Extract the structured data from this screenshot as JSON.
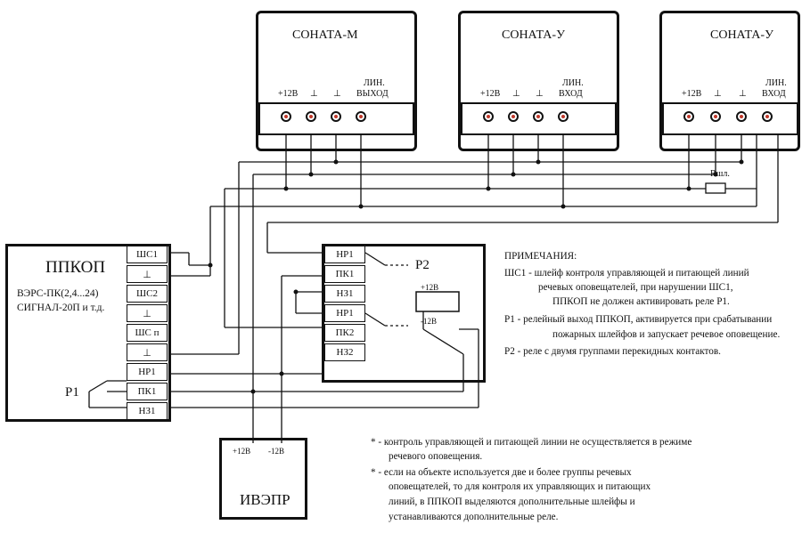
{
  "speakers": [
    {
      "title": "СОНАТА-М",
      "terminals": [
        "+12В",
        "⊥",
        "⊥",
        "ЛИН.",
        "ВЫХОД"
      ]
    },
    {
      "title": "СОНАТА-У",
      "terminals": [
        "+12В",
        "⊥",
        "⊥",
        "ЛИН.",
        "ВХОД"
      ]
    },
    {
      "title": "СОНАТА-У",
      "terminals": [
        "+12В",
        "⊥",
        "⊥",
        "ЛИН.",
        "ВХОД"
      ]
    }
  ],
  "resistor_label": "Rшл.",
  "panel": {
    "title": "ППКОП",
    "subtitle_1": "ВЭРС-ПК(2,4...24)",
    "subtitle_2": "СИГНАЛ-20П и т.д.",
    "relay_label": "Р1",
    "terminals": [
      "ШС1",
      "⊥",
      "ШС2",
      "⊥",
      "ШС п",
      "⊥",
      "НР1",
      "ПК1",
      "НЗ1"
    ]
  },
  "relay_block": {
    "label": "Р2",
    "terminals": [
      "НР1",
      "ПК1",
      "НЗ1",
      "НР1",
      "ПК2",
      "НЗ2"
    ],
    "coil_plus": "+12В",
    "coil_minus": "-12В"
  },
  "power_supply": {
    "title": "ИВЭПР",
    "plus": "+12В",
    "minus": "-12В"
  },
  "notes": {
    "heading": "ПРИМЕЧАНИЯ:",
    "lines": [
      "ШС1 - шлейф контроля управляющей и питающей линий",
      "речевых оповещателей, при нарушении ШС1,",
      "ППКОП не должен активировать реле Р1.",
      "Р1 - релейный выход ППКОП, активируется при срабатывании",
      "пожарных шлейфов и запускает речевое оповещение.",
      "Р2 - реле с двумя группами перекидных контактов."
    ]
  },
  "footnotes": [
    "* - контроль управляющей и питающей линии не осуществляется в режиме",
    "речевого оповещения.",
    "* - если на объекте используется две и более группы речевых",
    "оповещателей, то для контроля их управляющих и питающих",
    "линий, в ППКОП выделяются дополнительные шлейфы и",
    "устанавливаются дополнительные реле."
  ]
}
